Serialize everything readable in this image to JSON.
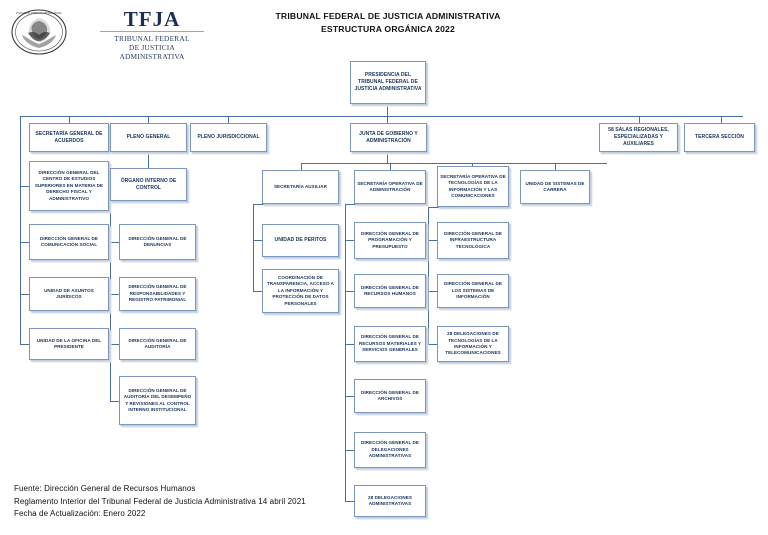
{
  "header": {
    "logo_acronym": "TFJA",
    "logo_sub1": "TRIBUNAL FEDERAL",
    "logo_sub2": "DE  JUSTICIA ADMINISTRATIVA",
    "seal_name": "mexican-coat-of-arms-seal",
    "title_line1": "TRIBUNAL FEDERAL DE JUSTICIA ADMINISTRATIVA",
    "title_line2": "ESTRUCTURA ORGÁNICA 2022"
  },
  "colors": {
    "box_border": "#7c96bd",
    "box_text": "#16335e",
    "connector": "#4a6fa5",
    "logo_blue": "#1c2f56"
  },
  "chart_data": {
    "type": "diagram",
    "title": "TRIBUNAL FEDERAL DE JUSTICIA ADMINISTRATIVA — ESTRUCTURA ORGÁNICA 2022",
    "nodes": [
      {
        "id": "n0",
        "label": "PRESIDENCIA DEL TRIBUNAL FEDERAL DE JUSTICIA ADMINISTRATIVA",
        "parent": null,
        "level": 0
      },
      {
        "id": "n1",
        "label": "SECRETARÍA GENERAL DE ACUERDOS",
        "parent": "n0",
        "level": 1
      },
      {
        "id": "n2",
        "label": "PLENO GENERAL",
        "parent": "n0",
        "level": 1
      },
      {
        "id": "n3",
        "label": "PLENO JURISDICCIONAL",
        "parent": "n0",
        "level": 1
      },
      {
        "id": "n4",
        "label": "JUNTA DE GOBIERNO Y ADMINISTRACIÓN",
        "parent": "n0",
        "level": 1
      },
      {
        "id": "n5",
        "label": "58 SALAS REGIONALES, ESPECIALIZADAS Y AUXILIARES",
        "parent": "n0",
        "level": 1
      },
      {
        "id": "n6",
        "label": "TERCERA SECCIÓN",
        "parent": "n0",
        "level": 1
      },
      {
        "id": "n7",
        "label": "DIRECCIÓN GENERAL DEL CENTRO DE ESTUDIOS SUPERIORES EN MATERIA DE DERECHO FISCAL Y ADMINISTRATIVO",
        "parent": "n1",
        "level": 2
      },
      {
        "id": "n8",
        "label": "DIRECCIÓN GENERAL DE COMUNICACIÓN SOCIAL",
        "parent": "n1",
        "level": 2
      },
      {
        "id": "n9",
        "label": "UNIDAD DE ASUNTOS JURÍDICOS",
        "parent": "n1",
        "level": 2
      },
      {
        "id": "n10",
        "label": "UNIDAD DE LA OFICINA DEL PRESIDENTE",
        "parent": "n1",
        "level": 2
      },
      {
        "id": "n11",
        "label": "ÓRGANO INTERNO DE CONTROL",
        "parent": "n2",
        "level": 2
      },
      {
        "id": "n12",
        "label": "DIRECCIÓN GENERAL DE DENUNCIAS",
        "parent": "n11",
        "level": 3
      },
      {
        "id": "n13",
        "label": "DIRECCIÓN GENERAL DE RESPONSABILIDADES Y REGISTRO PATRIMONIAL",
        "parent": "n11",
        "level": 3
      },
      {
        "id": "n14",
        "label": "DIRECCIÓN GENERAL DE AUDITORÍA",
        "parent": "n11",
        "level": 3
      },
      {
        "id": "n15",
        "label": "DIRECCIÓN GENERAL DE AUDITORÍA DEL DESEMPEÑO Y REVISIONES AL CONTROL INTERNO INSTITUCIONAL",
        "parent": "n11",
        "level": 3
      },
      {
        "id": "n16",
        "label": "SECRETARÍA AUXILIAR",
        "parent": "n4",
        "level": 2
      },
      {
        "id": "n17",
        "label": "SECRETARÍA OPERATIVA DE ADMINISTRACIÓN",
        "parent": "n4",
        "level": 2
      },
      {
        "id": "n18",
        "label": "SECRETARÍA OPERATIVA DE TECNOLOGÍAS DE LA INFORMACIÓN Y LAS COMUNICACIONES",
        "parent": "n4",
        "level": 2
      },
      {
        "id": "n19",
        "label": "UNIDAD DE SISTEMAS DE CARRERA",
        "parent": "n4",
        "level": 2
      },
      {
        "id": "n20",
        "label": "UNIDAD DE PERITOS",
        "parent": "n16",
        "level": 3
      },
      {
        "id": "n21",
        "label": "COORDINACIÓN DE TRANSPARENCIA, ACCESO A LA INFORMACIÓN Y PROTECCIÓN DE DATOS PERSONALES",
        "parent": "n16",
        "level": 3
      },
      {
        "id": "n22",
        "label": "DIRECCIÓN GENERAL DE PROGRAMACIÓN Y PRESUPUESTO",
        "parent": "n17",
        "level": 3
      },
      {
        "id": "n23",
        "label": "DIRECCIÓN GENERAL DE RECURSOS HUMANOS",
        "parent": "n17",
        "level": 3
      },
      {
        "id": "n24",
        "label": "DIRECCIÓN GENERAL DE RECURSOS MATERIALES Y SERVICIOS GENERALES",
        "parent": "n17",
        "level": 3
      },
      {
        "id": "n25",
        "label": "DIRECCIÓN GENERAL DE ARCHIVOS",
        "parent": "n17",
        "level": 3
      },
      {
        "id": "n26",
        "label": "DIRECCIÓN GENERAL DE DELEGACIONES ADMINISTRATIVAS",
        "parent": "n17",
        "level": 3
      },
      {
        "id": "n27",
        "label": "28 DELEGACIONES ADMINISTRATIVAS",
        "parent": "n17",
        "level": 3
      },
      {
        "id": "n28",
        "label": "DIRECCIÓN GENERAL DE INFRAESTRUCTURA TECNOLÓGICA",
        "parent": "n18",
        "level": 3
      },
      {
        "id": "n29",
        "label": "DIRECCIÓN GENERAL DE LOS SISTEMAS DE INFORMACIÓN",
        "parent": "n18",
        "level": 3
      },
      {
        "id": "n30",
        "label": "28 DELEGACIONES DE TECNOLOGÍAS DE LA INFORMACIÓN Y TELECOMUNICACIONES",
        "parent": "n18",
        "level": 3
      }
    ]
  },
  "footer": {
    "line1": "Fuente: Dirección General de Recursos Humanos",
    "line2": "Reglamento Interior del Tribunal Federal de Justicia Administrativa  14 abril 2021",
    "line3": "Fecha de Actualización: Enero 2022"
  }
}
